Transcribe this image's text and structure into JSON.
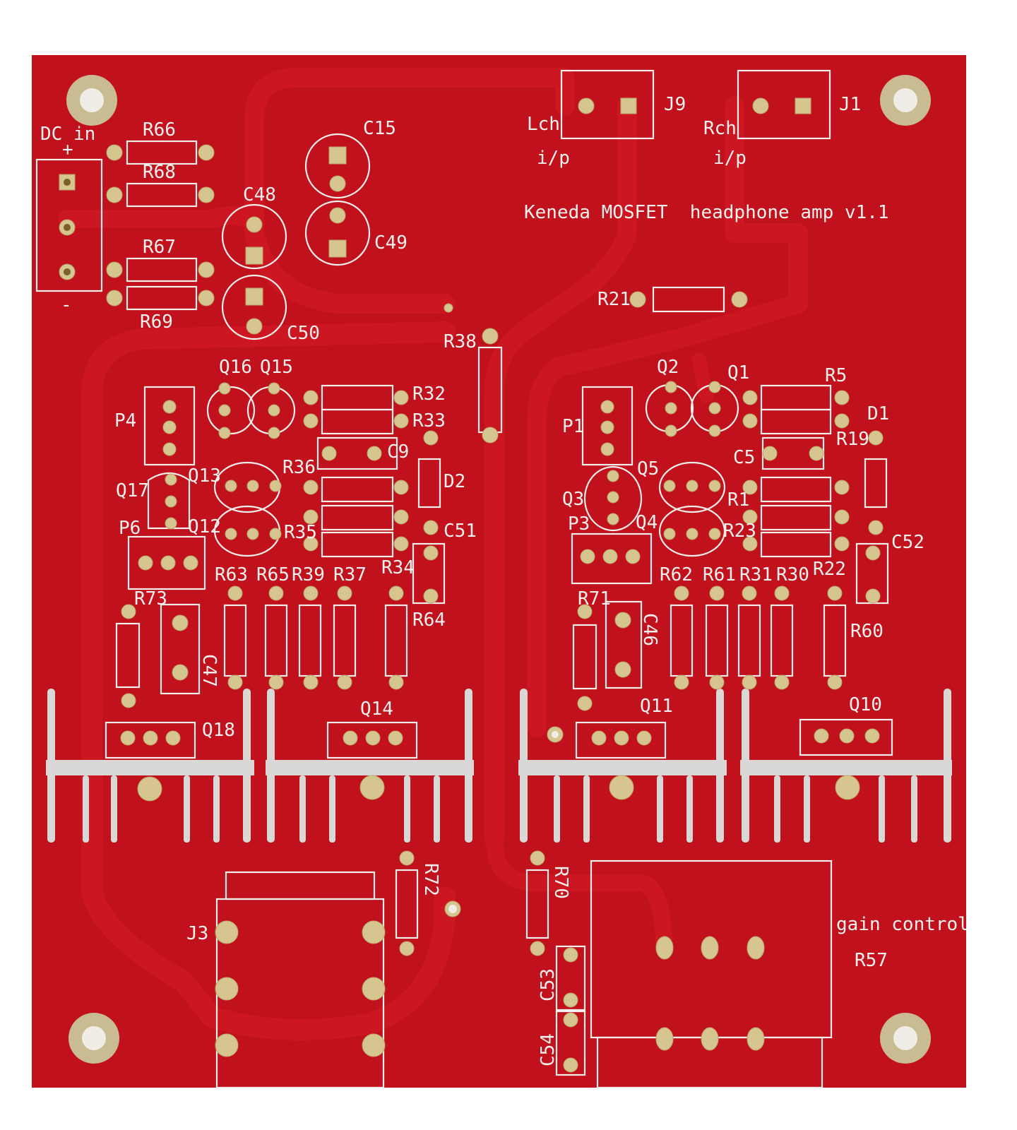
{
  "colors": {
    "substrate": "#c1111c",
    "trace": "#cc1722",
    "silkscreen": "#f3f0ee",
    "pad": "#d6c58e",
    "heatsink_slot": "#d9d8d6"
  },
  "board_title": "Keneda MOSFET  headphone amp v1.1",
  "connectors": {
    "dc_in": "DC in",
    "dc_plus": "+",
    "dc_minus": "-",
    "left_input": "J9",
    "left_channel": "Lch",
    "left_ip": "i/p",
    "right_input": "J1",
    "right_channel": "Rch",
    "right_ip": "i/p",
    "output_jack": "J3"
  },
  "gain_control": {
    "label": "gain control",
    "designator": "R57"
  },
  "labels": {
    "R66": "R66",
    "R68": "R68",
    "R67": "R67",
    "R69": "R69",
    "C15": "C15",
    "C48": "C48",
    "C49": "C49",
    "C50": "C50",
    "R21": "R21",
    "R38": "R38",
    "Q16": "Q16",
    "Q15": "Q15",
    "Q2": "Q2",
    "Q1": "Q1",
    "R32": "R32",
    "R33": "R33",
    "R5": "R5",
    "D1": "D1",
    "R19": "R19",
    "P4": "P4",
    "C9": "C9",
    "P1": "P1",
    "C5": "C5",
    "Q17": "Q17",
    "Q13": "Q13",
    "R36": "R36",
    "D2": "D2",
    "Q12": "Q12",
    "R35": "R35",
    "C51": "C51",
    "Q5": "Q5",
    "Q3": "Q3",
    "Q4": "Q4",
    "R1": "R1",
    "R23": "R23",
    "P6": "P6",
    "P3": "P3",
    "C52": "C52",
    "R63": "R63",
    "R65": "R65",
    "R39": "R39",
    "R37": "R37",
    "R34": "R34",
    "R62": "R62",
    "R61": "R61",
    "R31": "R31",
    "R30": "R30",
    "R22": "R22",
    "R73": "R73",
    "R64": "R64",
    "R71": "R71",
    "C46": "C46",
    "R60": "R60",
    "C47": "C47",
    "Q18": "Q18",
    "Q14": "Q14",
    "Q11": "Q11",
    "Q10": "Q10",
    "R72": "R72",
    "R70": "R70",
    "C53": "C53",
    "C54": "C54"
  }
}
